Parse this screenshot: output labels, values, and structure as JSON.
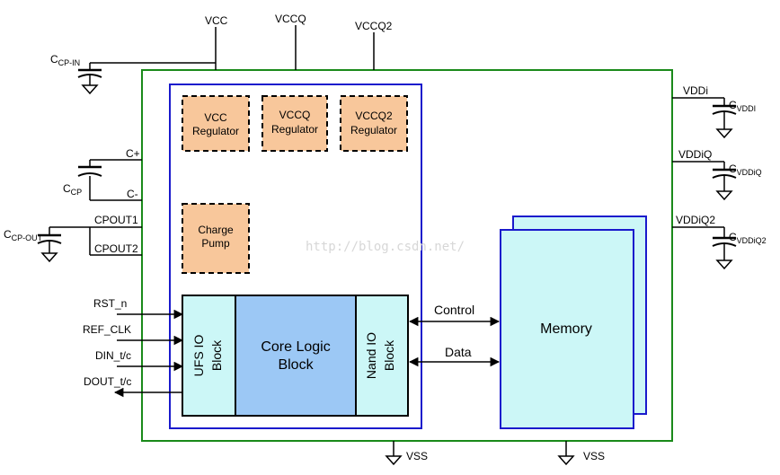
{
  "supply": {
    "vcc": "VCC",
    "vccq": "VCCQ",
    "vccq2": "VCCQ2"
  },
  "caps": {
    "ccp_in": {
      "main": "C",
      "sub": "CP-IN"
    },
    "ccp": {
      "main": "C",
      "sub": "CP"
    },
    "ccp_out": {
      "main": "C",
      "sub": "CP-OUT"
    },
    "cvddi": {
      "main": "C",
      "sub": "VDDI"
    },
    "cvddiq": {
      "main": "C",
      "sub": "VDDiQ"
    },
    "cvddiq2": {
      "main": "C",
      "sub": "VDDiQ2"
    }
  },
  "pins": {
    "cplus": "C+",
    "cminus": "C-",
    "cpout1": "CPOUT1",
    "cpout2": "CPOUT2",
    "rst": "RST_n",
    "ref_clk": "REF_CLK",
    "din": "DIN_t/c",
    "dout": "DOUT_t/c",
    "vddi": "VDDi",
    "vddiq": "VDDiQ",
    "vddiq2": "VDDiQ2",
    "vss": "VSS"
  },
  "blocks": {
    "vcc_reg": [
      "VCC",
      "Regulator"
    ],
    "vccq_reg": [
      "VCCQ",
      "Regulator"
    ],
    "vccq2_reg": [
      "VCCQ2",
      "Regulator"
    ],
    "charge_pump": [
      "Charge",
      "Pump"
    ],
    "ufs_io": [
      "UFS IO",
      "Block"
    ],
    "core_logic": [
      "Core Logic",
      "Block"
    ],
    "nand_io": [
      "Nand IO",
      "Block"
    ],
    "memory": "Memory"
  },
  "signals": {
    "control": "Control",
    "data": "Data"
  },
  "watermark": "http://blog.csdn.net/",
  "colors": {
    "outer_border": "#1a8a1a",
    "inner_border": "#1a1acc",
    "regulator_fill": "#f8c79b",
    "io_fill": "#ccf7f7",
    "core_fill": "#9cc8f5",
    "memory_fill": "#ccf7f7"
  }
}
